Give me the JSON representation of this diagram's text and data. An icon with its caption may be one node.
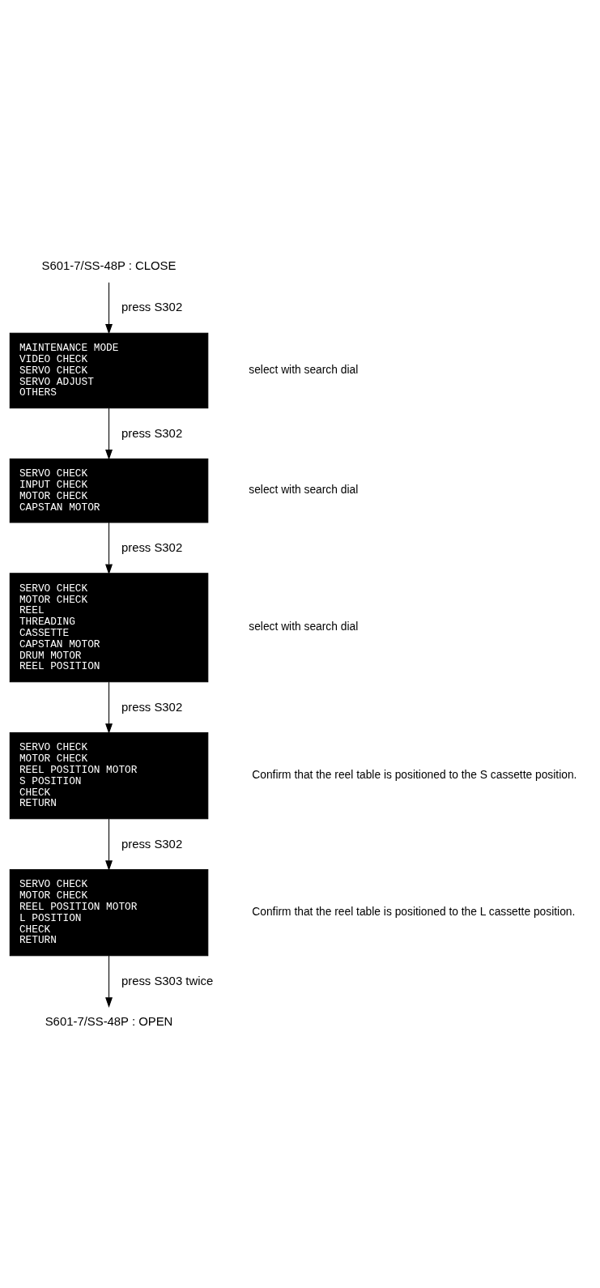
{
  "diagram": {
    "nodes": [
      {
        "text": [
          "S601-7/SS-48P : CLOSE"
        ]
      },
      {
        "text": [
          "MAINTENANCE MODE",
          "VIDEO CHECK",
          "SERVO CHECK",
          "SERVO ADJUST",
          "OTHERS"
        ],
        "beside": [
          "select with search dial"
        ]
      },
      {
        "text": [
          "SERVO CHECK",
          "INPUT CHECK",
          "MOTOR CHECK",
          "CAPSTAN MOTOR"
        ],
        "beside": [
          "select with search dial"
        ]
      },
      {
        "text": [
          "SERVO CHECK",
          "MOTOR CHECK",
          "REEL",
          "THREADING",
          "CASSETTE",
          "CAPSTAN MOTOR",
          "DRUM MOTOR",
          "REEL POSITION"
        ],
        "beside": [
          "select with search dial"
        ]
      },
      {
        "text": [
          "SERVO CHECK",
          "MOTOR CHECK",
          "REEL POSITION MOTOR",
          "S POSITION",
          "CHECK",
          "RETURN"
        ],
        "beside": [
          "Confirm that the reel table is positioned to the S cassette position."
        ]
      },
      {
        "text": [
          "SERVO CHECK",
          "MOTOR CHECK",
          "REEL POSITION MOTOR",
          "L POSITION",
          "CHECK",
          "RETURN"
        ],
        "beside": [
          "Confirm that the reel table is positioned to the L cassette position."
        ]
      },
      {
        "text": [
          "S601-7/SS-48P : OPEN"
        ]
      }
    ],
    "edges": [
      {
        "from": 0,
        "to": 1,
        "arrow": "to",
        "label": "press S302"
      },
      {
        "from": 1,
        "to": 2,
        "arrow": "to",
        "label": "press S302"
      },
      {
        "from": 2,
        "to": 3,
        "arrow": "to",
        "label": "press S302"
      },
      {
        "from": 3,
        "to": 4,
        "arrow": "to",
        "label": "press S302"
      },
      {
        "from": 4,
        "to": 5,
        "arrow": "to",
        "label": "press S302"
      },
      {
        "from": 5,
        "to": 6,
        "arrow": "to",
        "label": "press S303 twice"
      }
    ]
  }
}
